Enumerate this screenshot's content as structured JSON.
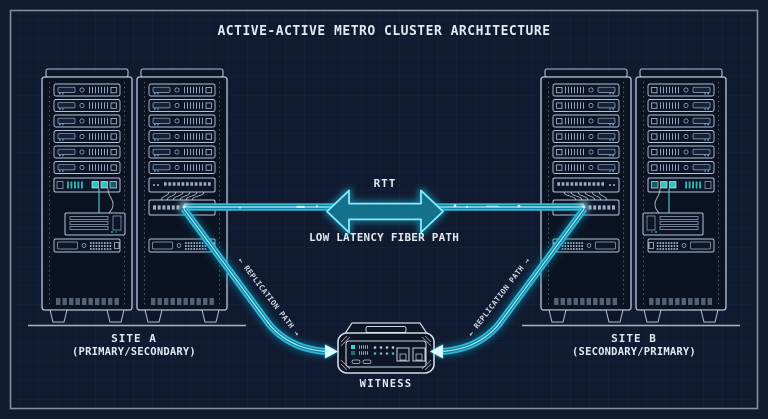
{
  "diagram": {
    "title": "ACTIVE-ACTIVE METRO CLUSTER ARCHITECTURE",
    "site_a": {
      "name": "SITE A",
      "role": "(PRIMARY/SECONDARY)"
    },
    "site_b": {
      "name": "SITE B",
      "role": "(SECONDARY/PRIMARY)"
    },
    "links": {
      "rtt": "RTT",
      "fiber": "LOW LATENCY FIBER PATH",
      "replication_left": "← REPLICATION PATH →",
      "replication_right": "← REPLICATION PATH →"
    },
    "witness": {
      "label": "WITNESS"
    }
  },
  "colors": {
    "background": "#101a30",
    "text": "#e3e8f1",
    "line": "#c6d2e6",
    "accent": "#2ec2dc",
    "glow_core": "#c8f7ff",
    "arrow_fill": "#14718c",
    "led_teal": "#2fd9cf"
  }
}
